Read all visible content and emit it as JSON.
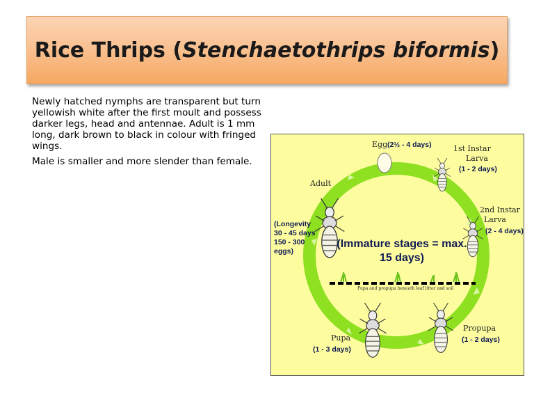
{
  "slide": {
    "title_plain": "Rice Thrips (",
    "title_italic": "Stenchaetothrips  biformis",
    "title_close": ")",
    "paragraphs": [
      "Newly hatched nymphs are transparent but turn yellowish white after the first moult and possess darker legs, head and antennae. Adult is 1 mm long, dark brown to black in colour with fringed wings.",
      "Male is smaller and more slender than female."
    ]
  },
  "diagram": {
    "egg": {
      "label": "Egg",
      "duration": "(2½ - 4 days)"
    },
    "instar1": {
      "label1": "1st Instar",
      "label2": "Larva",
      "duration": "(1 - 2 days)"
    },
    "instar2": {
      "label1": "2nd Instar",
      "label2": "Larva",
      "duration": "(2 - 4 days)"
    },
    "propupa": {
      "label": "Propupa",
      "duration": "(1 - 2 days)"
    },
    "pupa": {
      "label": "Pupa",
      "duration": "(1 - 3 days)"
    },
    "adult": {
      "label": "Adult",
      "longevity1": "(Longevity",
      "longevity2": "30 - 45 days",
      "longevity3": "150 - 300",
      "longevity4": "eggs)"
    },
    "center1": "(Immature stages = max.",
    "center2": "15 days)",
    "soil_note": "Pupa and propupa beneath leaf litter and soil",
    "colors": {
      "ring": "#8fe020",
      "background": "#fdfda0",
      "label_blue": "#101a55"
    }
  }
}
